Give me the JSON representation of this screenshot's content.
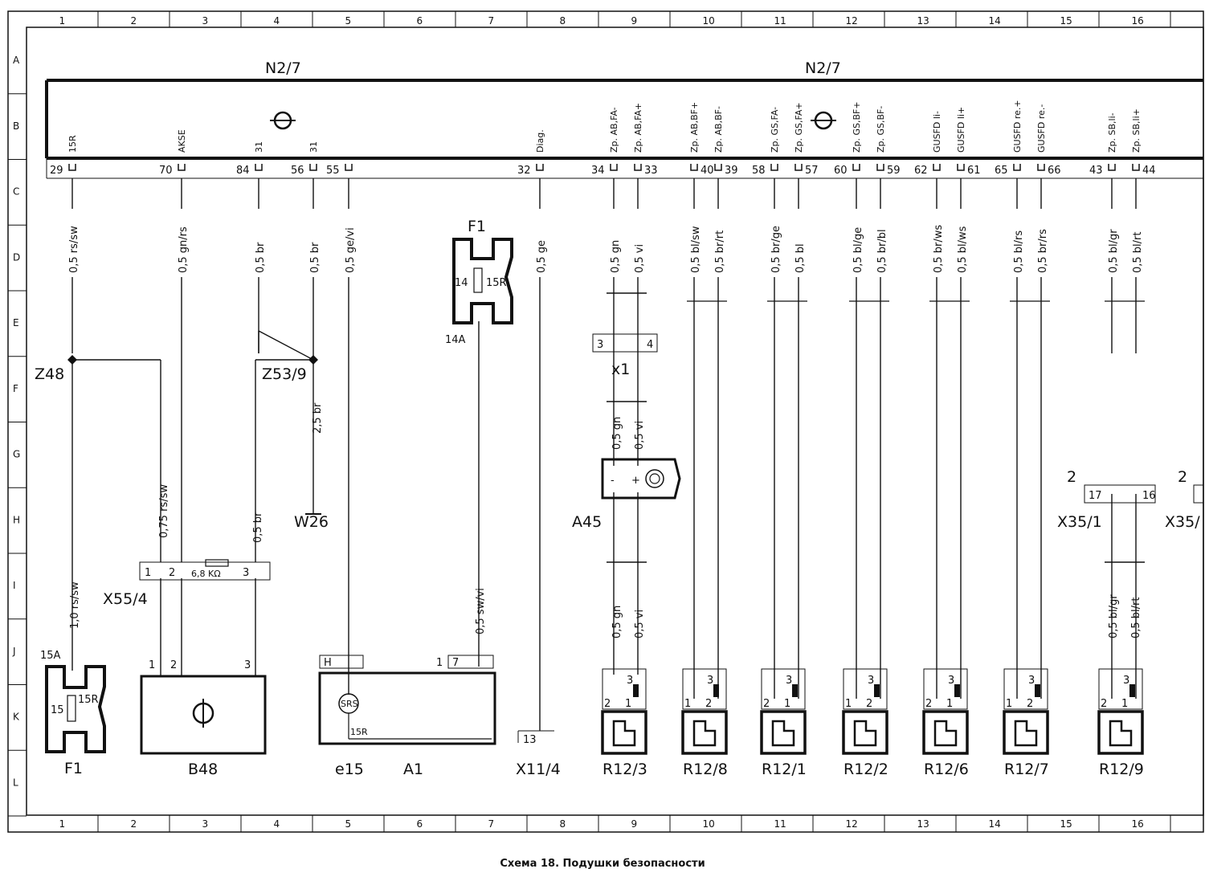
{
  "caption": "Схема 18. Подушки безопасности",
  "columns": [
    "1",
    "2",
    "3",
    "4",
    "5",
    "6",
    "7",
    "8",
    "9",
    "10",
    "11",
    "12",
    "13",
    "14",
    "15",
    "16"
  ],
  "rows": [
    "A",
    "B",
    "C",
    "D",
    "E",
    "F",
    "G",
    "H",
    "I",
    "J",
    "K",
    "L"
  ],
  "control_unit": {
    "label_left": "N2/7",
    "label_right": "N2/7"
  },
  "signals": [
    {
      "name": "15R",
      "pin": "29"
    },
    {
      "name": "AKSE",
      "pin": "70"
    },
    {
      "name": "31",
      "pin": "84"
    },
    {
      "name": "31",
      "pin": "56"
    },
    {
      "name": "",
      "pin": "55"
    },
    {
      "name": "Diag.",
      "pin": "32"
    },
    {
      "name": "Zp. AB,FA-",
      "pin": "34"
    },
    {
      "name": "Zp. AB,FA+",
      "pin": "33"
    },
    {
      "name": "Zp. AB,BF+",
      "pin": "40"
    },
    {
      "name": "Zp. AB,BF-",
      "pin": "39"
    },
    {
      "name": "Zp. GS,FA-",
      "pin": "58"
    },
    {
      "name": "Zp. GS,FA+",
      "pin": "57"
    },
    {
      "name": "Zp. GS,BF+",
      "pin": "60"
    },
    {
      "name": "Zp. GS,BF-",
      "pin": "59"
    },
    {
      "name": "GUSFD li-",
      "pin": "62"
    },
    {
      "name": "GUSFD li+",
      "pin": "61"
    },
    {
      "name": "GUSFD re.+",
      "pin": "65"
    },
    {
      "name": "GUSFD re.-",
      "pin": "66"
    },
    {
      "name": "Zp. SB,li-",
      "pin": "43"
    },
    {
      "name": "Zp. SB,li+",
      "pin": "44"
    }
  ],
  "wires_top": [
    "0,5 rs/sw",
    "0,5 gn/rs",
    "0,5 br",
    "0,5 br",
    "0,5 ge/vi",
    "0,5 ge",
    "0,5 gn",
    "0,5 vi",
    "0,5 bl/sw",
    "0,5 br/rt",
    "0,5 br/ge",
    "0,5 bl",
    "0,5 bl/ge",
    "0,5 br/bl",
    "0,5 br/ws",
    "0,5 bl/ws",
    "0,5 bl/rs",
    "0,5 br/rs",
    "0,5 bl/gr",
    "0,5 bl/rt"
  ],
  "wires_lower": {
    "w1": "1,0 rs/sw",
    "w2": "0,75 rs/sw",
    "w3": "0,5 br",
    "w4": "2,5 br",
    "w5": "0,5 sw/vi",
    "w6": "0,5 gn",
    "w7": "0,5 vi",
    "w8": "0,5 gn",
    "w9": "0,5 vi",
    "w10": "0,5 bl/gr",
    "w11": "0,5 bl/rt"
  },
  "components": {
    "f1_top": "F1",
    "f1_top_pin1": "14",
    "f1_top_pin2": "15R",
    "f1_top_sub": "14A",
    "f1_bottom": "F1",
    "f1_bottom_pin1": "15",
    "f1_bottom_pin2": "15R",
    "f1_bottom_sub": "15A",
    "z48": "Z48",
    "z53": "Z53/9",
    "w26": "W26",
    "x55": "X55/4",
    "x55_p1": "1",
    "x55_p2": "2",
    "x55_res": "6,8 KΩ",
    "x55_p3": "3",
    "b48": "B48",
    "b48_p1": "1",
    "b48_p2": "2",
    "b48_p3": "3",
    "e15": "e15",
    "a1": "A1",
    "a1_h": "H",
    "a1_1": "1",
    "a1_7": "7",
    "srs": "SRS",
    "a1_15r": "15R",
    "x11": "X11/4",
    "x11_pin": "13",
    "x1": "x1",
    "x1_p3": "3",
    "x1_p4": "4",
    "a45": "A45",
    "a45_minus": "-",
    "a45_plus": "+",
    "x35_1": "X35/1",
    "x35_2": "X35/",
    "x35_n": "2",
    "x35_n2": "2",
    "x35_p17": "17",
    "x35_p16": "16"
  },
  "squibs": [
    {
      "label": "R12/3",
      "pins": [
        "3",
        "2",
        "1"
      ]
    },
    {
      "label": "R12/8",
      "pins": [
        "3",
        "1",
        "2"
      ]
    },
    {
      "label": "R12/1",
      "pins": [
        "3",
        "2",
        "1"
      ]
    },
    {
      "label": "R12/2",
      "pins": [
        "3",
        "1",
        "2"
      ]
    },
    {
      "label": "R12/6",
      "pins": [
        "3",
        "2",
        "1"
      ]
    },
    {
      "label": "R12/7",
      "pins": [
        "3",
        "1",
        "2"
      ]
    },
    {
      "label": "R12/9",
      "pins": [
        "3",
        "2",
        "1"
      ]
    }
  ]
}
